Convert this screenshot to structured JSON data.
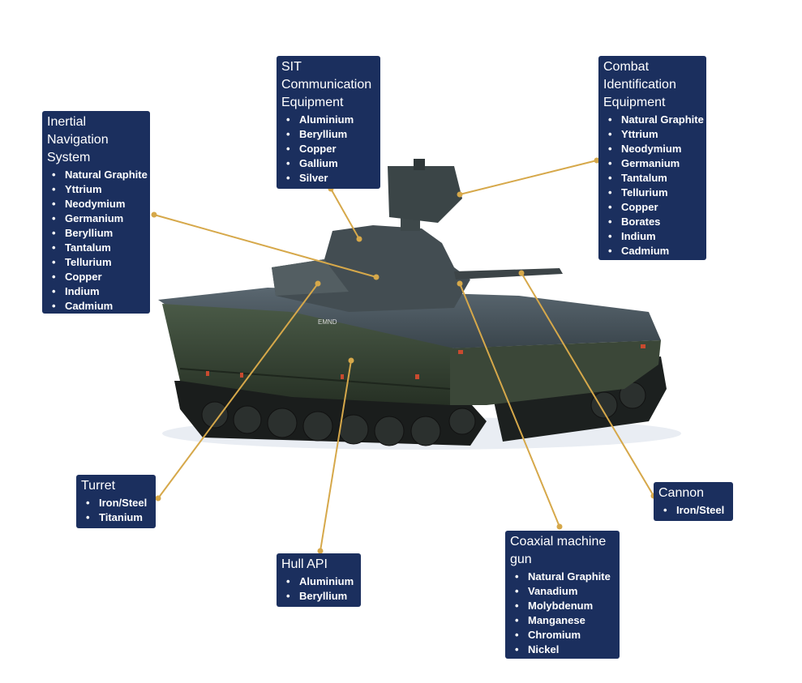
{
  "colors": {
    "box": "#1b2f5e",
    "leader": "#d6a84a",
    "box_text": "#ffffff"
  },
  "tank_marking": "EMND",
  "components": [
    {
      "id": "inertial",
      "title": "Inertial\nNavigation\nSystem",
      "materials": [
        "Natural Graphite",
        "Yttrium",
        "Neodymium",
        "Germanium",
        "Beryllium",
        "Tantalum",
        "Tellurium",
        "Copper",
        "Indium",
        "Cadmium"
      ]
    },
    {
      "id": "sit",
      "title": "SIT\nCommunication\nEquipment",
      "materials": [
        "Aluminium",
        "Beryllium",
        "Copper",
        "Gallium",
        "Silver"
      ]
    },
    {
      "id": "combat",
      "title": "Combat\nIdentification\nEquipment",
      "materials": [
        "Natural Graphite",
        "Yttrium",
        "Neodymium",
        "Germanium",
        "Tantalum",
        "Tellurium",
        "Copper",
        "Borates",
        "Indium",
        "Cadmium"
      ]
    },
    {
      "id": "turret",
      "title": "Turret",
      "materials": [
        "Iron/Steel",
        "Titanium"
      ]
    },
    {
      "id": "hull",
      "title": "Hull API",
      "materials": [
        "Aluminium",
        "Beryllium"
      ]
    },
    {
      "id": "coaxial",
      "title": "Coaxial machine\ngun",
      "materials": [
        "Natural Graphite",
        "Vanadium",
        "Molybdenum",
        "Manganese",
        "Chromium",
        "Nickel"
      ]
    },
    {
      "id": "cannon",
      "title": "Cannon",
      "materials": [
        "Iron/Steel"
      ]
    }
  ]
}
